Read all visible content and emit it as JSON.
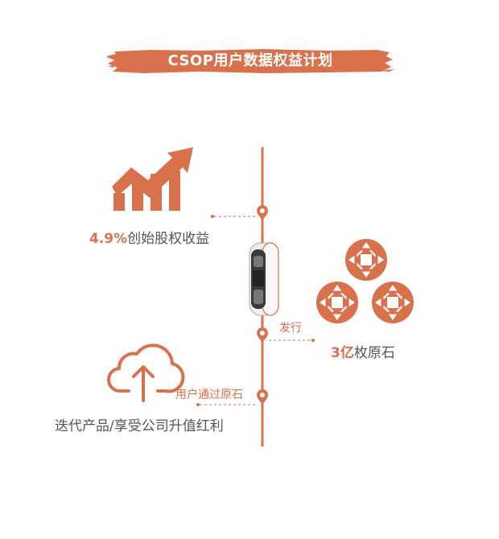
{
  "title": "CSOP用户数据权益计划",
  "colors": {
    "accent": "#d9714c",
    "text": "#555555",
    "banner": "#d9714c"
  },
  "icons": [
    "growth-chart-icon",
    "car-icon",
    "gem-cluster-icon",
    "cloud-upload-icon"
  ],
  "benefit": {
    "value": "4.9%",
    "label": "创始股权收益"
  },
  "issuance": {
    "step_label": "发行",
    "value": "3亿",
    "label": "枚原石"
  },
  "earning": {
    "step_label": "用户通过原石",
    "label": "迭代产品/享受公司升值红利"
  }
}
